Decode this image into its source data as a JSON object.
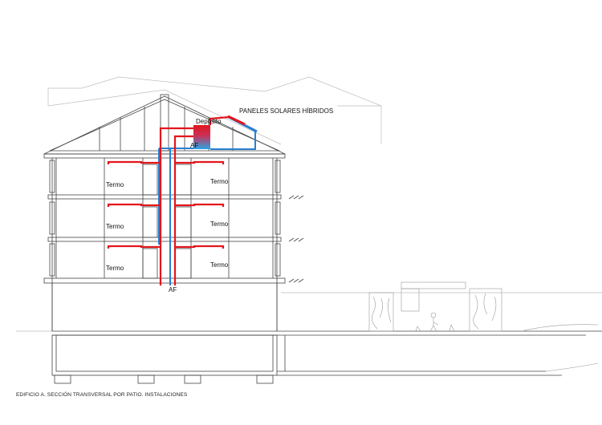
{
  "labels": {
    "panels": "PANELES SOLARES HÍBRIDOS",
    "tank": "Depósito",
    "termo": "Termo",
    "af": "AF",
    "af_small": "AF"
  },
  "caption": "EDIFICIO A. SECCIÓN TRANSVERSAL POR PATIO. INSTALACIONES",
  "colors": {
    "hot_pipe": "#e3161d",
    "cold_pipe": "#2a7fd0",
    "line": "#444444",
    "light_line": "#bbbbbb"
  }
}
